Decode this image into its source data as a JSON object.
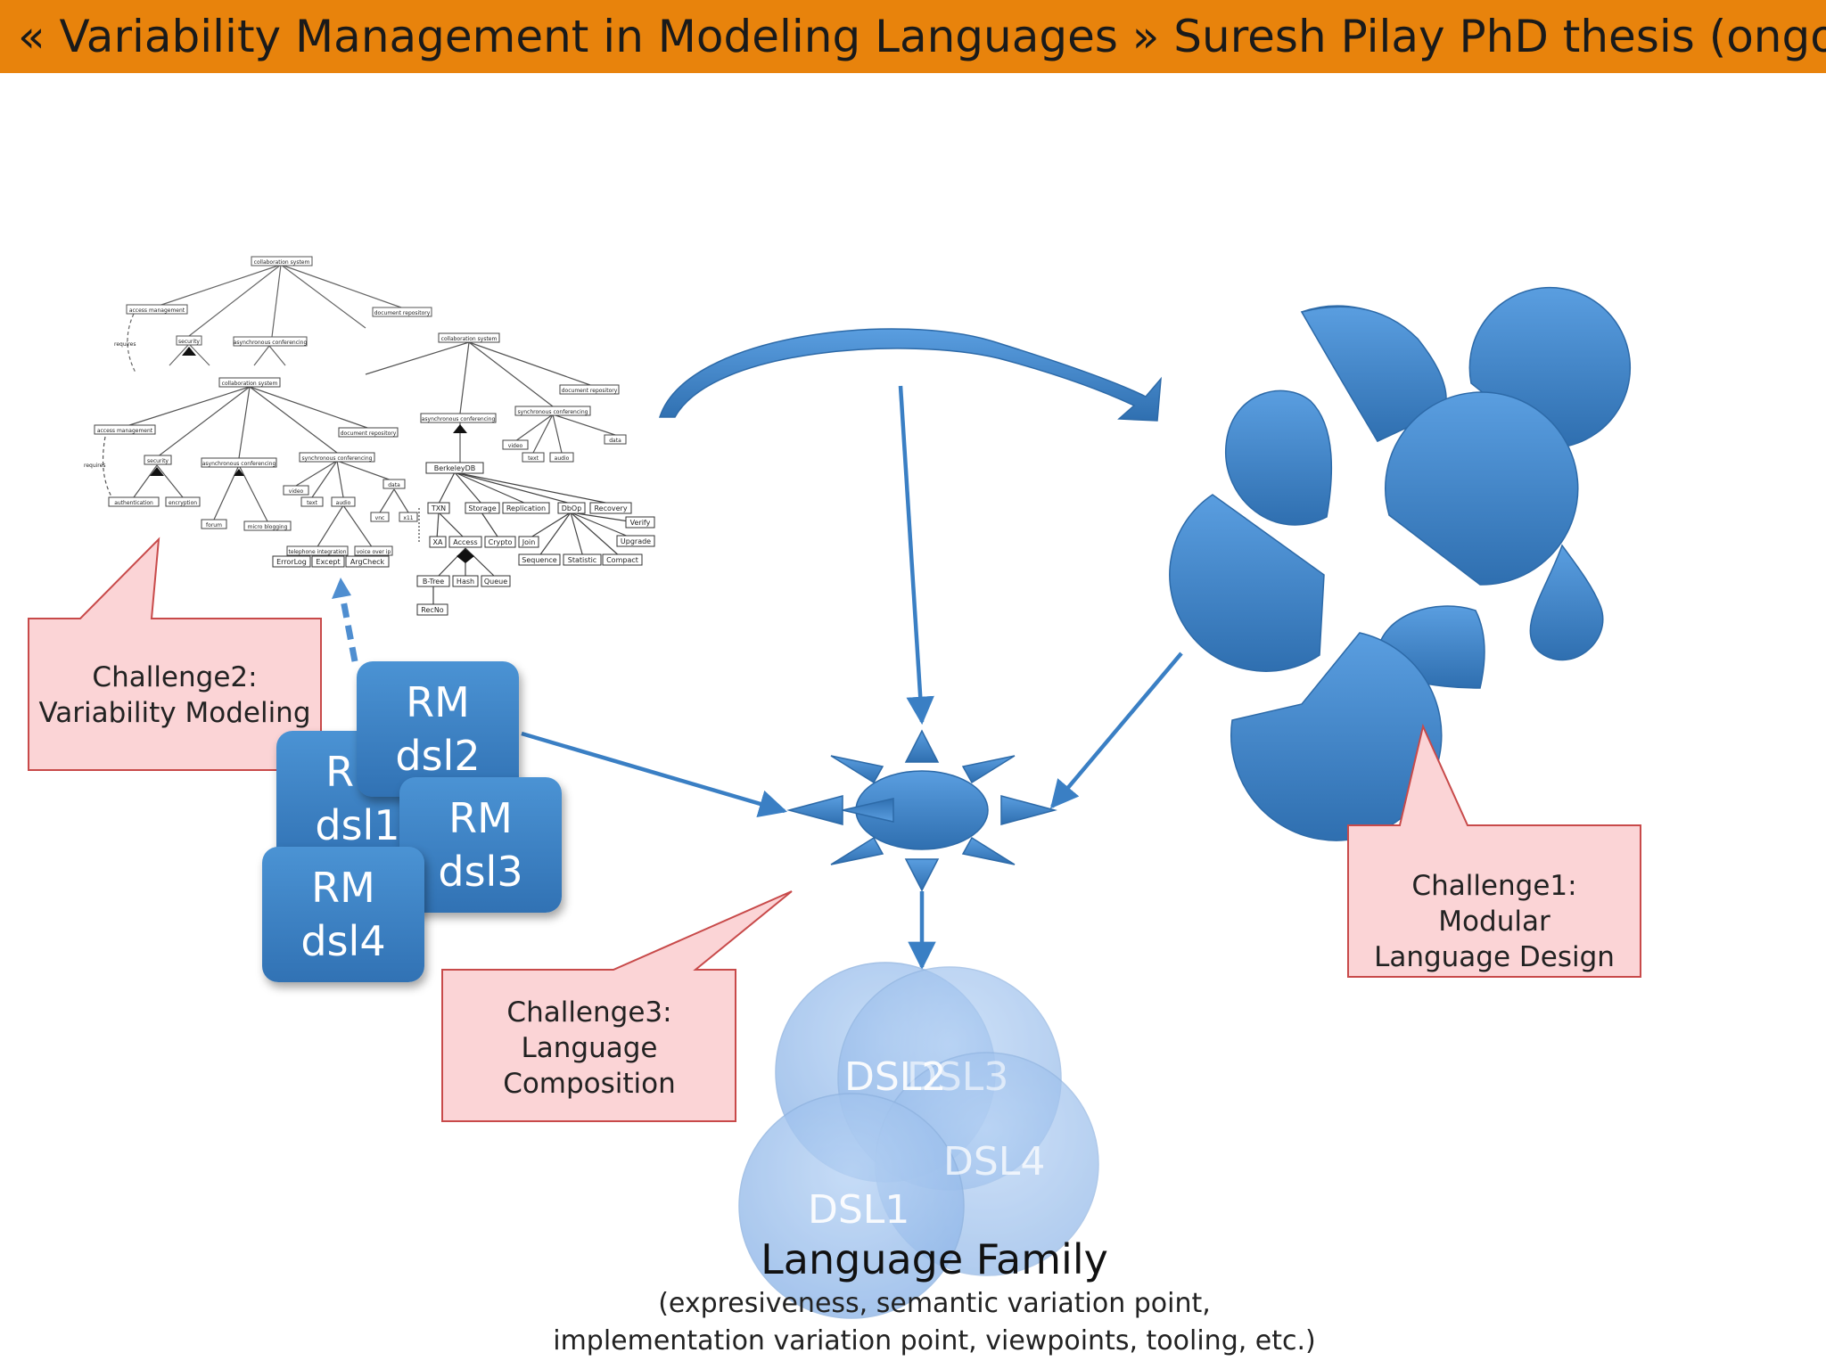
{
  "title": "« Variability Management in Modeling Languages » Suresh Pilay PhD thesis (ongoing)",
  "colors": {
    "title_bg": "#e8830c",
    "blue": "#3a7fc4",
    "callout_fill": "#fbd4d6",
    "callout_stroke": "#c84a4a"
  },
  "callouts": {
    "c1": [
      "Challenge1: Modular",
      "Language Design"
    ],
    "c2": [
      "Challenge2:",
      "Variability Modeling"
    ],
    "c3": [
      "Challenge3:",
      "Language",
      "Composition"
    ]
  },
  "rm_boxes": {
    "dsl1": {
      "line1": "RM",
      "line2": "dsl1"
    },
    "dsl2": {
      "line1": "RM",
      "line2": "dsl2"
    },
    "dsl3": {
      "line1": "RM",
      "line2": "dsl3"
    },
    "dsl4": {
      "line1": "RM",
      "line2": "dsl4"
    }
  },
  "dsl_circles": [
    "DSL2",
    "DSL3",
    "DSL4",
    "DSL1"
  ],
  "family": {
    "title": "Language Family",
    "subtitle1": "(expresiveness, semantic variation point,",
    "subtitle2": "implementation variation point, viewpoints, tooling, etc.)"
  },
  "feature_models": {
    "fm1": {
      "root": "collaboration system",
      "nodes": [
        "access management",
        "security",
        "asynchronous conferencing",
        "document repository"
      ],
      "relation": "requires"
    },
    "fm2": {
      "root": "collaboration system",
      "nodes": [
        "access management",
        "security",
        "asynchronous conferencing",
        "synchronous conferencing",
        "document repository",
        "authentication",
        "encryption",
        "forum",
        "micro blogging",
        "video",
        "text",
        "audio",
        "data",
        "vnc",
        "x11",
        "telephone integration",
        "voice over ip"
      ],
      "relation": "requires"
    },
    "fm3": {
      "root": "collaboration system",
      "nodes": [
        "asynchronous conferencing",
        "synchronous conferencing",
        "document repository",
        "video",
        "text",
        "audio",
        "data"
      ]
    },
    "fm4": {
      "root": "BerkeleyDB",
      "nodes": [
        "TXN",
        "Storage",
        "Replication",
        "DbOp",
        "Recovery",
        "XA",
        "Access",
        "Crypto",
        "Join",
        "Verify",
        "Upgrade",
        "Sequence",
        "Statistic",
        "Compact",
        "B-Tree",
        "Hash",
        "Queue",
        "RecNo",
        "ErrorLog",
        "Except",
        "ArgCheck"
      ]
    }
  }
}
